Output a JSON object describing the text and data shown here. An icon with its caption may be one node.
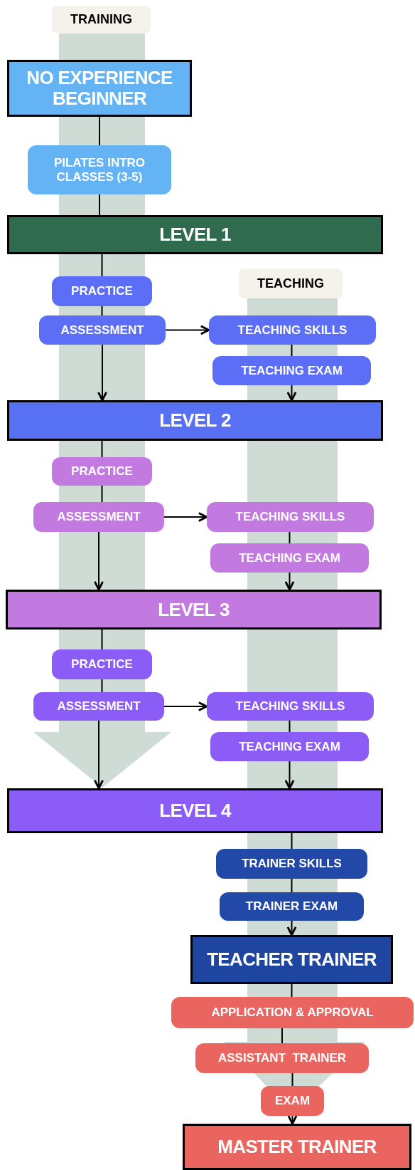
{
  "diagram": {
    "nodes": [
      {
        "text": [
          "NO EXPERIENCE BEGINNER"
        ]
      },
      {
        "text": [
          "PILATES INTRO CLASSES (3-5)"
        ]
      },
      {
        "text": [
          "LEVEL 1"
        ]
      },
      {
        "text": [
          "PRACTICE"
        ]
      },
      {
        "text": [
          "ASSESSMENT"
        ]
      },
      {
        "text": [
          "TEACHING SKILLS"
        ]
      },
      {
        "text": [
          "TEACHING EXAM"
        ]
      },
      {
        "text": [
          "LEVEL 2"
        ]
      },
      {
        "text": [
          "PRACTICE"
        ]
      },
      {
        "text": [
          "ASSESSMENT"
        ]
      },
      {
        "text": [
          "TEACHING SKILLS"
        ]
      },
      {
        "text": [
          "TEACHING EXAM"
        ]
      },
      {
        "text": [
          "LEVEL 3"
        ]
      },
      {
        "text": [
          "PRACTICE"
        ]
      },
      {
        "text": [
          "ASSESSMENT"
        ]
      },
      {
        "text": [
          "TEACHING SKILLS"
        ]
      },
      {
        "text": [
          "TEACHING EXAM"
        ]
      },
      {
        "text": [
          "LEVEL 4"
        ]
      },
      {
        "text": [
          "TRAINER SKILLS"
        ]
      },
      {
        "text": [
          "TRAINER EXAM"
        ]
      },
      {
        "text": [
          "TEACHER TRAINER"
        ]
      },
      {
        "text": [
          "APPLICATION & APPROVAL"
        ]
      },
      {
        "text": [
          "ASSISTANT  TRAINER"
        ]
      },
      {
        "text": [
          "EXAM"
        ]
      },
      {
        "text": [
          "MASTER TRAINER"
        ]
      }
    ],
    "edges": [
      {
        "from": 0,
        "to": 1,
        "arrow": "none"
      },
      {
        "from": 1,
        "to": 2,
        "arrow": "none"
      },
      {
        "from": 2,
        "to": 3,
        "arrow": "none"
      },
      {
        "from": 3,
        "to": 4,
        "arrow": "none"
      },
      {
        "from": 4,
        "to": 7,
        "arrow": "to"
      },
      {
        "from": 4,
        "to": 5,
        "arrow": "to"
      },
      {
        "from": 5,
        "to": 6,
        "arrow": "none"
      },
      {
        "from": 6,
        "to": 7,
        "arrow": "to"
      },
      {
        "from": 7,
        "to": 8,
        "arrow": "none"
      },
      {
        "from": 8,
        "to": 9,
        "arrow": "none"
      },
      {
        "from": 9,
        "to": 12,
        "arrow": "to"
      },
      {
        "from": 9,
        "to": 10,
        "arrow": "to"
      },
      {
        "from": 10,
        "to": 11,
        "arrow": "none"
      },
      {
        "from": 11,
        "to": 12,
        "arrow": "to"
      },
      {
        "from": 12,
        "to": 13,
        "arrow": "none"
      },
      {
        "from": 13,
        "to": 14,
        "arrow": "none"
      },
      {
        "from": 14,
        "to": 17,
        "arrow": "to"
      },
      {
        "from": 14,
        "to": 15,
        "arrow": "to"
      },
      {
        "from": 15,
        "to": 16,
        "arrow": "none"
      },
      {
        "from": 16,
        "to": 17,
        "arrow": "to"
      },
      {
        "from": 17,
        "to": 18,
        "arrow": "none"
      },
      {
        "from": 18,
        "to": 19,
        "arrow": "none"
      },
      {
        "from": 19,
        "to": 20,
        "arrow": "to"
      },
      {
        "from": 20,
        "to": 21,
        "arrow": "none"
      },
      {
        "from": 21,
        "to": 22,
        "arrow": "none"
      },
      {
        "from": 22,
        "to": 23,
        "arrow": "none"
      },
      {
        "from": 23,
        "to": 24,
        "arrow": "to"
      }
    ],
    "labels": [
      "TRAINING",
      "TEACHING"
    ]
  }
}
